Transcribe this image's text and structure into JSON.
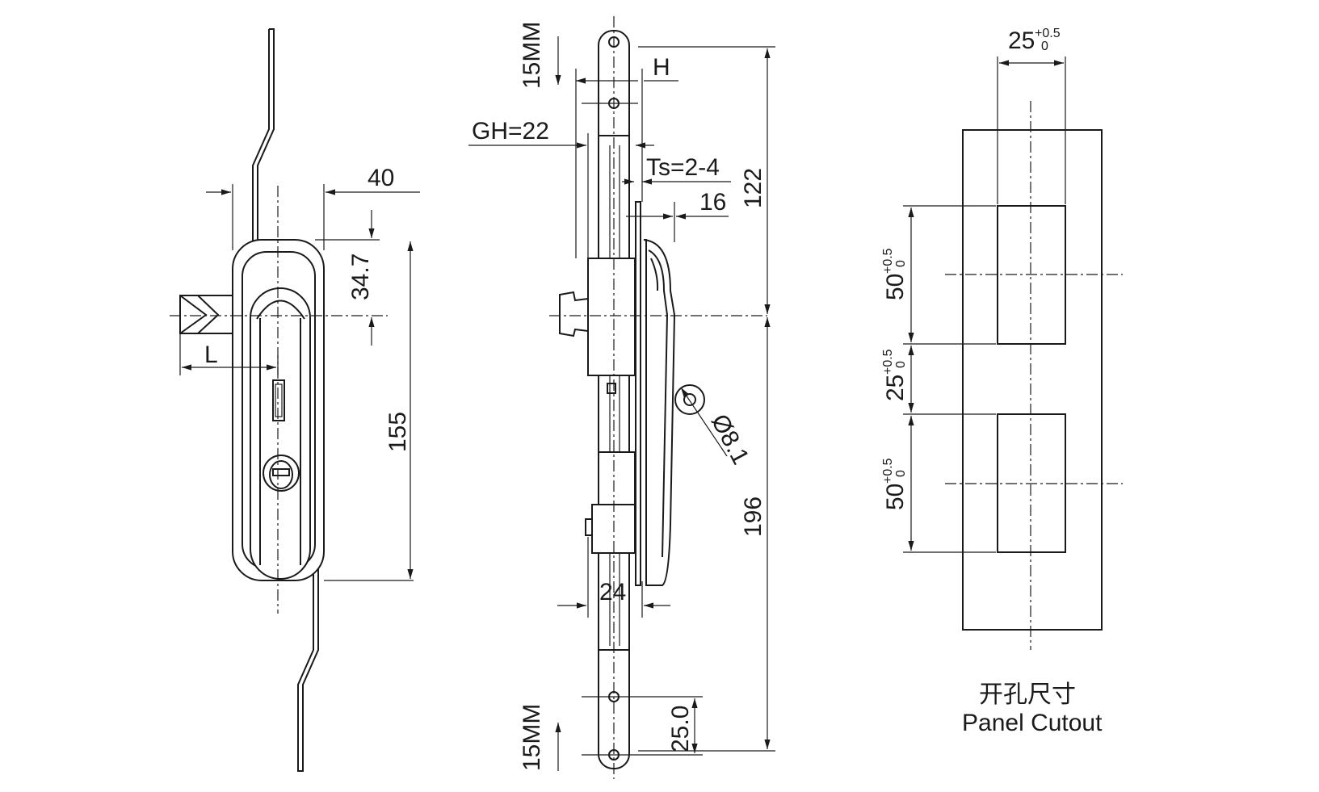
{
  "front_view": {
    "dim_width": "40",
    "dim_height_upper": "34.7",
    "dim_height_body": "155",
    "dim_l": "L"
  },
  "side_view": {
    "label_top_travel": "15MM",
    "label_bottom_travel": "15MM",
    "dim_h": "H",
    "dim_gh": "GH=22",
    "dim_ts": "Ts=2-4",
    "dim_16": "16",
    "dim_122": "122",
    "dim_196": "196",
    "dim_hole": "Ø8.1",
    "dim_24": "24",
    "dim_25": "25.0"
  },
  "cutout": {
    "width_base": "25",
    "width_tol_plus": "+0.5",
    "width_tol_minus": "0",
    "upper_base": "50",
    "upper_tol_plus": "+0.5",
    "upper_tol_minus": "0",
    "gap_base": "25",
    "gap_tol_plus": "+0.5",
    "gap_tol_minus": "0",
    "lower_base": "50",
    "lower_tol_plus": "+0.5",
    "lower_tol_minus": "0",
    "caption_cn": "开孔尺寸",
    "caption_en": "Panel Cutout"
  }
}
